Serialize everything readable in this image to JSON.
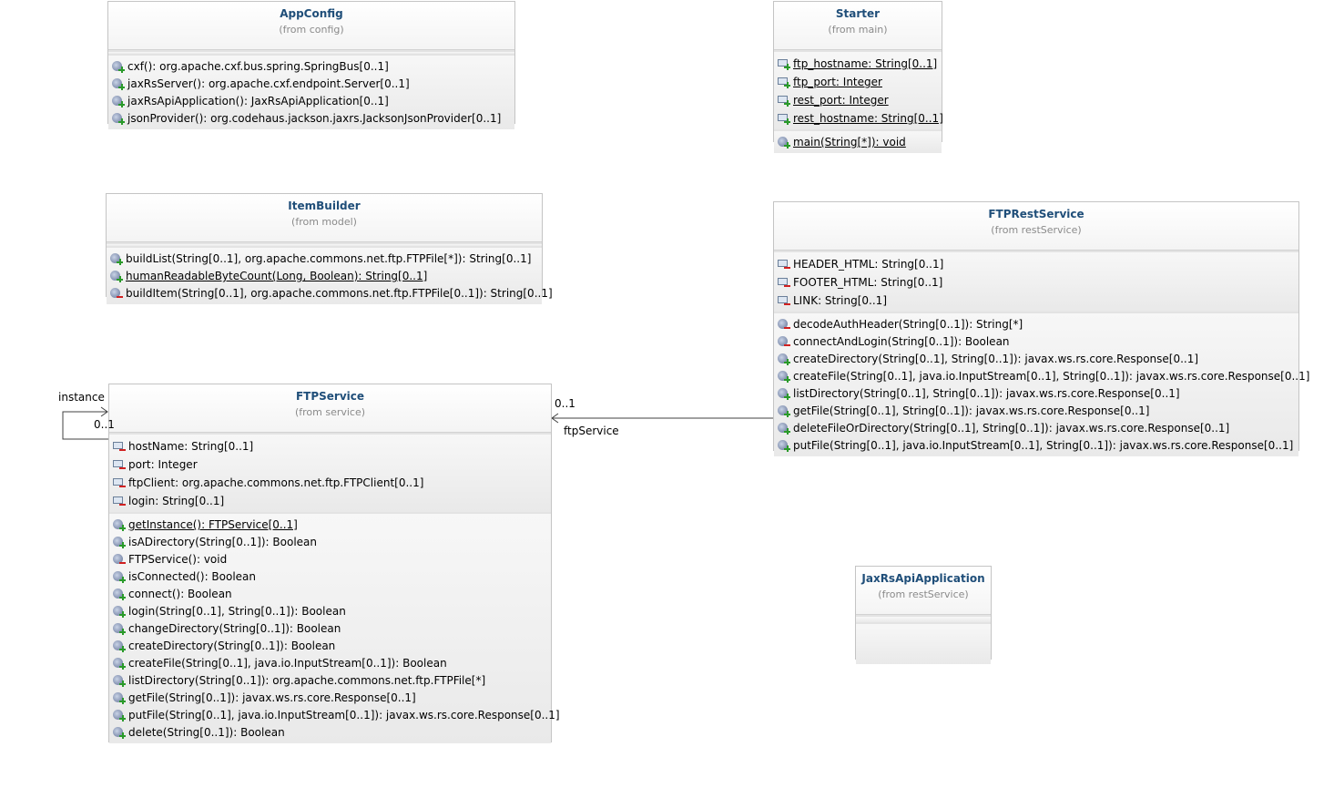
{
  "classes": {
    "appconfig": {
      "name": "AppConfig",
      "from": "(from config)",
      "attributes": [],
      "operations": [
        {
          "text": "cxf(): org.apache.cxf.bus.spring.SpringBus[0..1]",
          "vis": "public",
          "static": false
        },
        {
          "text": "jaxRsServer(): org.apache.cxf.endpoint.Server[0..1]",
          "vis": "public",
          "static": false
        },
        {
          "text": "jaxRsApiApplication(): JaxRsApiApplication[0..1]",
          "vis": "public",
          "static": false
        },
        {
          "text": "jsonProvider(): org.codehaus.jackson.jaxrs.JacksonJsonProvider[0..1]",
          "vis": "public",
          "static": false
        }
      ]
    },
    "starter": {
      "name": "Starter",
      "from": "(from main)",
      "attributes": [
        {
          "text": "ftp_hostname: String[0..1]",
          "vis": "public",
          "static": true
        },
        {
          "text": "ftp_port: Integer",
          "vis": "public",
          "static": true
        },
        {
          "text": "rest_port: Integer",
          "vis": "public",
          "static": true
        },
        {
          "text": "rest_hostname: String[0..1]",
          "vis": "public",
          "static": true
        }
      ],
      "operations": [
        {
          "text": "main(String[*]): void",
          "vis": "public",
          "static": true
        }
      ]
    },
    "itembuilder": {
      "name": "ItemBuilder",
      "from": "(from model)",
      "attributes": [],
      "operations": [
        {
          "text": "buildList(String[0..1], org.apache.commons.net.ftp.FTPFile[*]): String[0..1]",
          "vis": "public",
          "static": false
        },
        {
          "text": "humanReadableByteCount(Long, Boolean): String[0..1]",
          "vis": "public",
          "static": true
        },
        {
          "text": "buildItem(String[0..1], org.apache.commons.net.ftp.FTPFile[0..1]): String[0..1]",
          "vis": "private",
          "static": false
        }
      ]
    },
    "ftprestservice": {
      "name": "FTPRestService",
      "from": "(from restService)",
      "attributes": [
        {
          "text": "HEADER_HTML: String[0..1]",
          "vis": "private",
          "static": false
        },
        {
          "text": "FOOTER_HTML: String[0..1]",
          "vis": "private",
          "static": false
        },
        {
          "text": "LINK: String[0..1]",
          "vis": "private",
          "static": false
        }
      ],
      "operations": [
        {
          "text": "decodeAuthHeader(String[0..1]): String[*]",
          "vis": "private",
          "static": false
        },
        {
          "text": "connectAndLogin(String[0..1]): Boolean",
          "vis": "private",
          "static": false
        },
        {
          "text": "createDirectory(String[0..1], String[0..1]): javax.ws.rs.core.Response[0..1]",
          "vis": "public",
          "static": false
        },
        {
          "text": "createFile(String[0..1], java.io.InputStream[0..1], String[0..1]): javax.ws.rs.core.Response[0..1]",
          "vis": "public",
          "static": false
        },
        {
          "text": "listDirectory(String[0..1], String[0..1]): javax.ws.rs.core.Response[0..1]",
          "vis": "public",
          "static": false
        },
        {
          "text": "getFile(String[0..1], String[0..1]): javax.ws.rs.core.Response[0..1]",
          "vis": "public",
          "static": false
        },
        {
          "text": "deleteFileOrDirectory(String[0..1], String[0..1]): javax.ws.rs.core.Response[0..1]",
          "vis": "public",
          "static": false
        },
        {
          "text": "putFile(String[0..1], java.io.InputStream[0..1], String[0..1]): javax.ws.rs.core.Response[0..1]",
          "vis": "public",
          "static": false
        }
      ]
    },
    "ftpservice": {
      "name": "FTPService",
      "from": "(from service)",
      "attributes": [
        {
          "text": "hostName: String[0..1]",
          "vis": "private",
          "static": false
        },
        {
          "text": "port: Integer",
          "vis": "private",
          "static": false
        },
        {
          "text": "ftpClient: org.apache.commons.net.ftp.FTPClient[0..1]",
          "vis": "private",
          "static": false
        },
        {
          "text": "login: String[0..1]",
          "vis": "private",
          "static": false
        }
      ],
      "operations": [
        {
          "text": "getInstance(): FTPService[0..1]",
          "vis": "public",
          "static": true
        },
        {
          "text": "isADirectory(String[0..1]): Boolean",
          "vis": "public",
          "static": false
        },
        {
          "text": "FTPService(): void",
          "vis": "private",
          "static": false
        },
        {
          "text": "isConnected(): Boolean",
          "vis": "public",
          "static": false
        },
        {
          "text": "connect(): Boolean",
          "vis": "public",
          "static": false
        },
        {
          "text": "login(String[0..1], String[0..1]): Boolean",
          "vis": "public",
          "static": false
        },
        {
          "text": "changeDirectory(String[0..1]): Boolean",
          "vis": "public",
          "static": false
        },
        {
          "text": "createDirectory(String[0..1]): Boolean",
          "vis": "public",
          "static": false
        },
        {
          "text": "createFile(String[0..1], java.io.InputStream[0..1]): Boolean",
          "vis": "public",
          "static": false
        },
        {
          "text": "listDirectory(String[0..1]): org.apache.commons.net.ftp.FTPFile[*]",
          "vis": "public",
          "static": false
        },
        {
          "text": "getFile(String[0..1]): javax.ws.rs.core.Response[0..1]",
          "vis": "public",
          "static": false
        },
        {
          "text": "putFile(String[0..1], java.io.InputStream[0..1]): javax.ws.rs.core.Response[0..1]",
          "vis": "public",
          "static": false
        },
        {
          "text": "delete(String[0..1]): Boolean",
          "vis": "public",
          "static": false
        }
      ]
    },
    "jaxrsapiapplication": {
      "name": "JaxRsApiApplication",
      "from": "(from restService)",
      "attributes": [],
      "operations": []
    }
  },
  "associations": {
    "self_role": "instance",
    "self_multiplicity": "0..1",
    "ftp_multiplicity": "0..1",
    "ftp_role": "ftpService"
  },
  "colors": {
    "class_name": "#1f4e79",
    "public_marker": "#2a9a2a",
    "private_marker": "#d02020"
  }
}
